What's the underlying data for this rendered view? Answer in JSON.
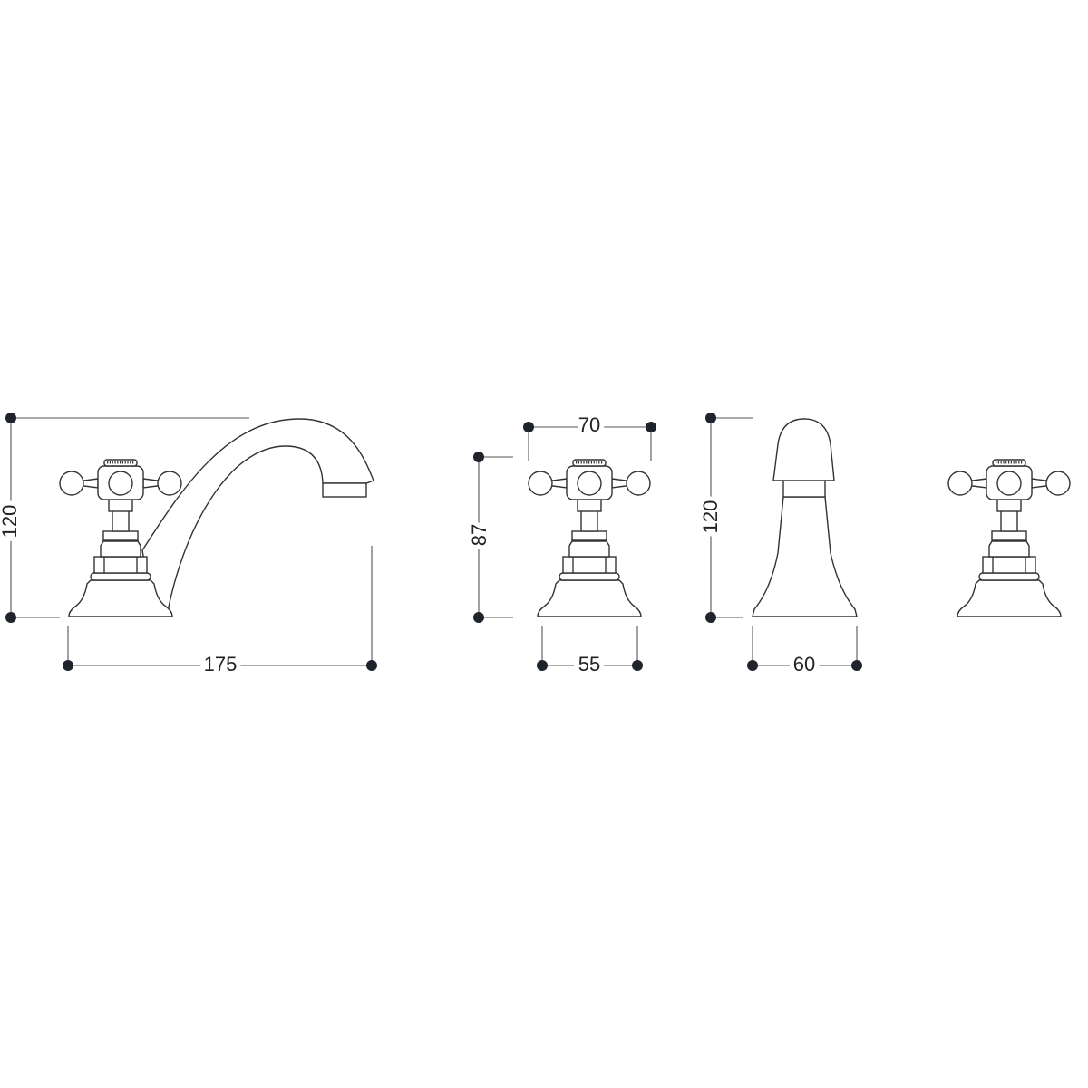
{
  "dimensions": {
    "mixer_height": "120",
    "mixer_width": "175",
    "handle_span": "70",
    "handle_height": "87",
    "handle_base": "55",
    "spout_side_height": "120",
    "spout_side_base": "60"
  },
  "colors": {
    "line": "#333333",
    "dot": "#1f232b",
    "background": "#ffffff"
  }
}
